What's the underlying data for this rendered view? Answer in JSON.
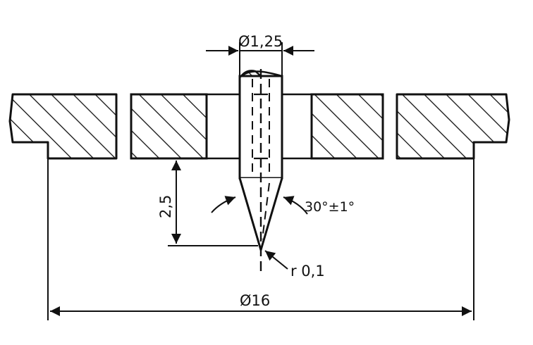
{
  "drawing": {
    "stroke_color": "#111111",
    "background_color": "#ffffff",
    "labels": {
      "needle_diameter": "Ø1,25",
      "point_depth": "2,5",
      "cone_angle": "30°±1°",
      "tip_radius": "r 0,1",
      "plate_diameter": "Ø16"
    }
  }
}
